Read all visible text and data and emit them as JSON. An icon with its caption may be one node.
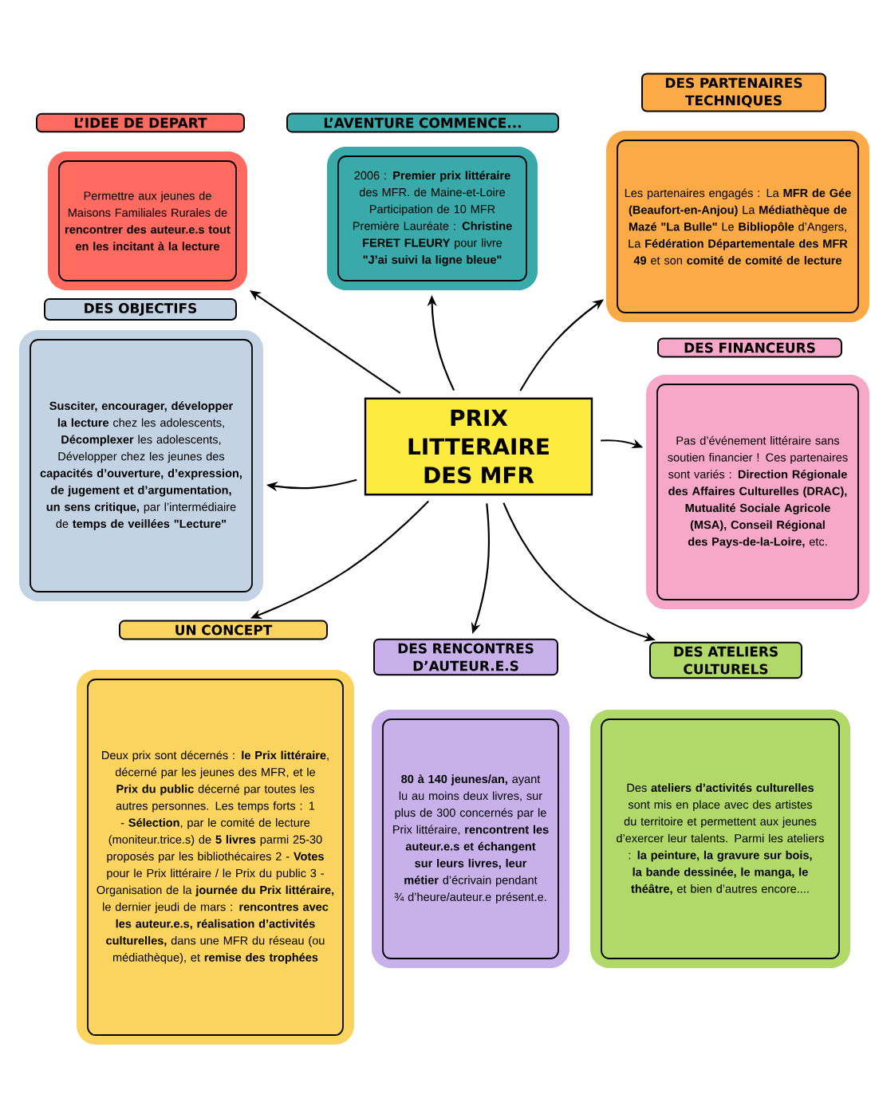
{
  "diagram": {
    "nodes": [
      {
        "text": [
          "L’IDEE DE DEPART"
        ]
      },
      {
        "text": [
          "Permettre aux jeunes de Maisons Familiales Rurales de **rencontrer des auteur.e.s tout en les incitant à la lecture**"
        ]
      },
      {
        "text": [
          "L’AVENTURE COMMENCE..."
        ]
      },
      {
        "text": [
          "2006 : **Premier prix littéraire** des MFR. de Maine-et-Loire Participation de 10 MFR Première Lauréate : **Christine FERET FLEURY** pour livre **\"J’ai suivi la ligne bleue\"**"
        ]
      },
      {
        "text": [
          "DES PARTENAIRES TECHNIQUES"
        ]
      },
      {
        "text": [
          "Les partenaires engagés : La **MFR de Gée (Beaufort-en-Anjou)** La **Médiathèque de Mazé \"La Bulle\"** Le **Bibliopôle** d’Angers, La **Fédération Départementale des MFR 49** et son **comité de comité de lecture**"
        ]
      },
      {
        "text": [
          "DES OBJECTIFS"
        ]
      },
      {
        "text": [
          "**Susciter, encourager, développer la lecture** chez les adolescents, **Décomplexer** les adolescents, Développer chez les jeunes des **capacités d’ouverture, d’expression, de jugement et d’argumentation, un sens critique,** par l’intermédiaire de **temps de veillées \"Lecture\"**"
        ]
      },
      {
        "text": [
          "PRIX LITTERAIRE DES MFR"
        ]
      },
      {
        "text": [
          "DES FINANCEURS"
        ]
      },
      {
        "text": [
          "Pas d’événement littéraire sans soutien financier ! Ces partenaires sont variés : **Direction Régionale des Affaires Culturelles (DRAC), Mutualité Sociale Agricole (MSA), Conseil Régional des Pays-de-la-Loire,** etc."
        ]
      },
      {
        "text": [
          "UN CONCEPT"
        ]
      },
      {
        "text": [
          "Deux prix sont décernés : **le Prix littéraire**, décerné par les jeunes des MFR, et le **Prix du public** décerné par toutes les autres personnes. Les temps forts : 1 - **Sélection**, par le comité de lecture (moniteur.trice.s) de **5 livres** parmi 25-30 proposés par les bibliothécaires 2 - **Votes** pour le Prix littéraire / le Prix du public 3 - Organisation de la **journée du Prix littéraire,** le dernier jeudi de mars : **rencontres avec les auteur.e.s, réalisation d’activités culturelles,** dans une MFR du réseau (ou médiathèque), et **remise des trophées**"
        ]
      },
      {
        "text": [
          "DES RENCONTRES D’AUTEUR.E.S"
        ]
      },
      {
        "text": [
          "**80 à 140 jeunes/an,** ayant lu au moins deux livres, sur plus de 300 concernés par le Prix littéraire, **rencontrent les auteur.e.s et échangent sur leurs livres, leur métier** d’écrivain pendant ¾ d’heure/auteur.e présent.e."
        ]
      },
      {
        "text": [
          "DES ATELIERS CULTURELS"
        ]
      },
      {
        "text": [
          "Des **ateliers d’activités culturelles** sont mis en place avec des artistes du territoire et permettent aux jeunes d’exercer leur talents. Parmi les ateliers : **la peinture, la gravure sur bois, la bande dessinée, le manga, le théâtre,** et bien d’autres encore...."
        ]
      }
    ],
    "edges": [
      {
        "from": 8,
        "to": 1,
        "arrow": "to"
      },
      {
        "from": 8,
        "to": 3,
        "arrow": "to"
      },
      {
        "from": 8,
        "to": 5,
        "arrow": "to"
      },
      {
        "from": 8,
        "to": 7,
        "arrow": "to"
      },
      {
        "from": 8,
        "to": 10,
        "arrow": "to"
      },
      {
        "from": 8,
        "to": 11,
        "arrow": "to"
      },
      {
        "from": 8,
        "to": 13,
        "arrow": "to"
      },
      {
        "from": 8,
        "to": 15,
        "arrow": "to"
      }
    ]
  }
}
